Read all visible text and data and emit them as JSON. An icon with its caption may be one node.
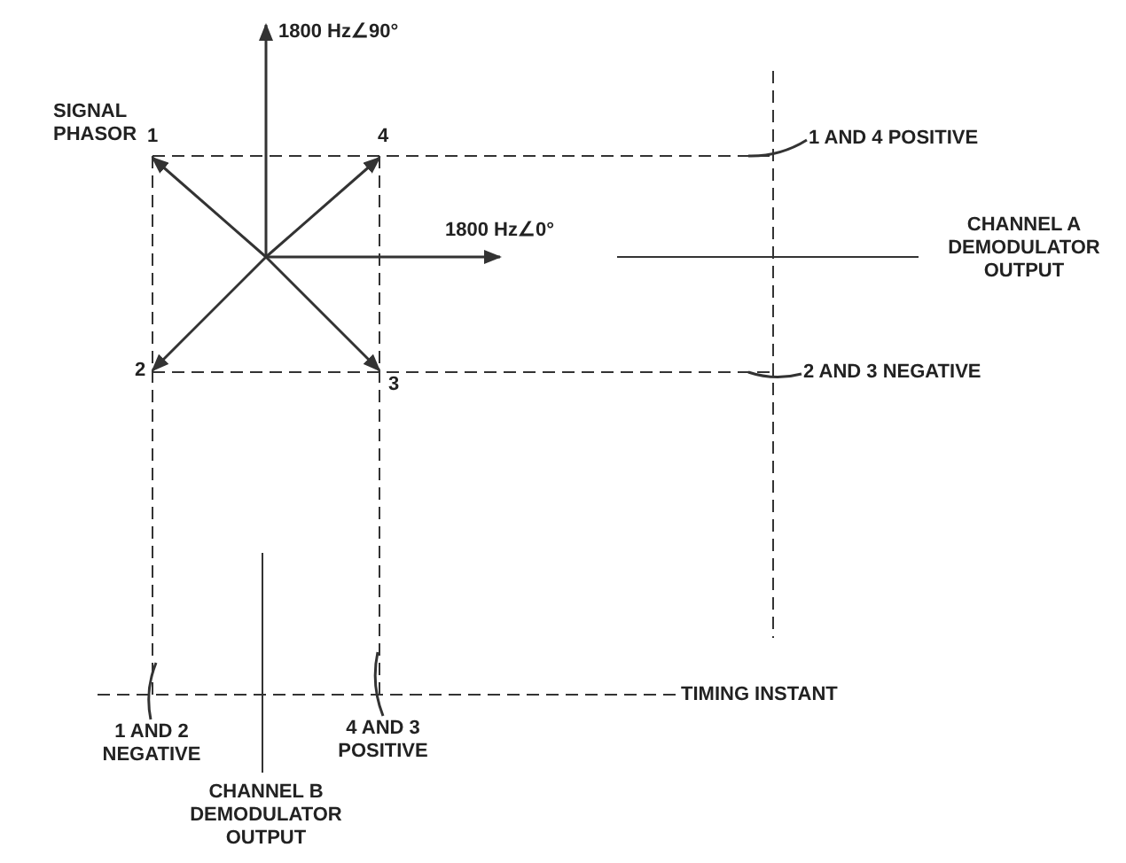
{
  "diagram": {
    "nodes": [
      {
        "text": [
          "1800 Hz∠90°"
        ]
      },
      {
        "text": [
          "1800 Hz∠0°"
        ]
      },
      {
        "text": [
          "1"
        ]
      },
      {
        "text": [
          "4"
        ]
      },
      {
        "text": [
          "2"
        ]
      },
      {
        "text": [
          "3"
        ]
      },
      {
        "text": [
          "1 AND 4 POSITIVE"
        ]
      },
      {
        "text": [
          "2 AND 3 NEGATIVE"
        ]
      },
      {
        "text": [
          "1 AND 2 NEGATIVE"
        ]
      },
      {
        "text": [
          "4 AND 3 POSITIVE"
        ]
      }
    ],
    "edges": [
      {
        "from": null,
        "to": 0,
        "arrow": "to"
      },
      {
        "from": null,
        "to": 1,
        "arrow": "to"
      },
      {
        "from": null,
        "to": 2,
        "arrow": "to"
      },
      {
        "from": null,
        "to": 3,
        "arrow": "to"
      },
      {
        "from": null,
        "to": 4,
        "arrow": "to"
      },
      {
        "from": null,
        "to": 5,
        "arrow": "to"
      },
      {
        "from": 6,
        "to": null,
        "arrow": "none"
      },
      {
        "from": 7,
        "to": null,
        "arrow": "none"
      },
      {
        "from": 8,
        "to": null,
        "arrow": "none"
      },
      {
        "from": 9,
        "to": null,
        "arrow": "none"
      }
    ],
    "labels": [
      "SIGNAL PHASOR",
      "CHANNEL A DEMODULATOR OUTPUT",
      "TIMING INSTANT",
      "CHANNEL B DEMODULATOR OUTPUT"
    ]
  }
}
